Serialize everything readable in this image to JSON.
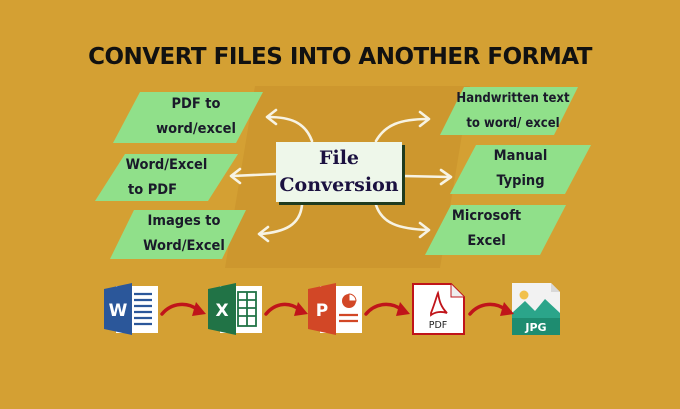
{
  "title": "CONVERT FILES INTO ANOTHER FORMAT",
  "colors": {
    "background": "#D4A033",
    "band": "#C68F2A",
    "box_fill": "#90E08A",
    "center_fill": "#EEF7EA",
    "arrow": "#F7F3E3",
    "flow_arrow": "#C0141A",
    "text": "#1A1A2A"
  },
  "center": {
    "line1": "File",
    "line2": "Conversion"
  },
  "left_boxes": [
    {
      "line1": "PDF to",
      "line2": "word/excel"
    },
    {
      "line1": "Word/Excel",
      "line2": "to PDF"
    },
    {
      "line1": "Images to",
      "line2": "Word/Excel"
    }
  ],
  "right_boxes": [
    {
      "line1": "Handwritten text",
      "line2": "to word/ excel"
    },
    {
      "line1": "Manual",
      "line2": "Typing"
    },
    {
      "line1": "Microsoft",
      "line2": "Excel"
    }
  ],
  "flow_icons": [
    {
      "name": "word-icon",
      "letter": "W"
    },
    {
      "name": "excel-icon",
      "letter": "X"
    },
    {
      "name": "powerpoint-icon",
      "letter": "P"
    },
    {
      "name": "pdf-icon",
      "label": "PDF"
    },
    {
      "name": "jpg-icon",
      "label": "JPG"
    }
  ]
}
